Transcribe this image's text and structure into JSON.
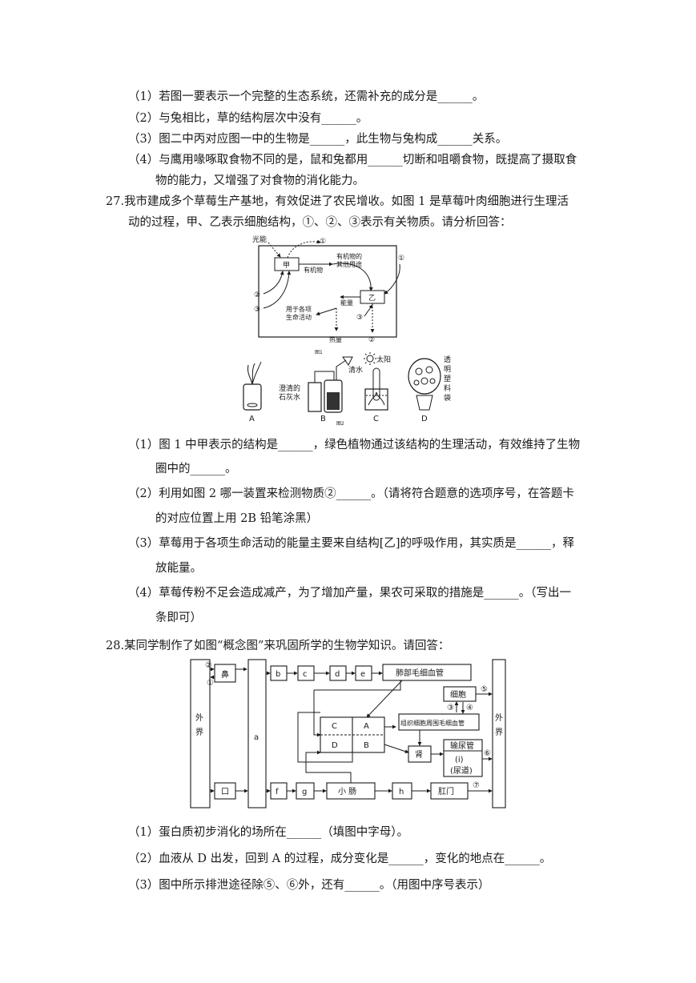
{
  "q26": {
    "p1": "（1）若图一要表示一个完整的生态系统，还需补充的成分是______。",
    "p2": "（2）与兔相比，草的结构层次中没有______。",
    "p3": "（3）图二中丙对应图一中的生物是______，此生物与兔构成______关系。",
    "p4a": "（4）与鹰用喙啄取食物不同的是，鼠和兔都用______切断和咀嚼食物，既提高了摄取食",
    "p4b": "物的能力，又增强了对食物的消化能力。"
  },
  "q27": {
    "stem1": "27.我市建成多个草莓生产基地，有效促进了农民增收。如图 1 是草莓叶肉细胞进行生理活",
    "stem2": "动的过程，甲、乙表示细胞结构，①、②、③表示有关物质。请分析回答：",
    "fig1": {
      "light": "光能",
      "jia": "甲",
      "yi": "乙",
      "organic": "有机物",
      "other_use1": "有机物的",
      "other_use2": "其他用途",
      "energy": "能量",
      "life1": "用于各项",
      "life2": "生命活动",
      "heat": "热量",
      "c1": "①",
      "c2": "②",
      "c3": "③",
      "caption": "图1"
    },
    "fig2": {
      "limewater1": "澄清的",
      "limewater2": "石灰水",
      "water": "清水",
      "sun": "太阳",
      "bag": [
        "透",
        "明",
        "塑",
        "料",
        "袋"
      ],
      "A": "A",
      "B": "B",
      "C": "C",
      "D": "D",
      "caption": "图2"
    },
    "p1a": "（1）图 1 中甲表示的结构是______，绿色植物通过该结构的生理活动，有效维持了生物",
    "p1b": "圈中的______。",
    "p2a": "（2）利用如图 2 哪一装置来检测物质②______。（请将符合题意的选项序号，在答题卡",
    "p2b": "的对应位置上用 2B 铅笔涂黑）",
    "p3a": "（3）草莓用于各项生命活动的能量主要来自结构[乙]的呼吸作用，其实质是______，释",
    "p3b": "放能量。",
    "p4a": "（4）草莓传粉不足会造成减产，为了增加产量，果农可采取的措施是______。（写出一",
    "p4b": "条即可）"
  },
  "q28": {
    "stem": "28.某同学制作了如图“概念图”来巩固所学的生物学知识。请回答：",
    "fig": {
      "outside_l1": "外",
      "outside_l2": "界",
      "outside_r1": "外",
      "outside_r2": "界",
      "nose": "鼻",
      "mouth": "口",
      "a": "a",
      "b": "b",
      "c": "c",
      "d": "d",
      "e": "e",
      "f": "f",
      "g": "g",
      "h": "h",
      "lung_cap": "肺部毛细血管",
      "cell": "细胞",
      "tissue_cap": "组织细胞周围毛细血管",
      "A": "A",
      "B": "B",
      "C": "C",
      "D": "D",
      "kidney": "肾",
      "ureter": "输尿管",
      "i": "(i)",
      "urethra": "(尿道)",
      "small_int": "小  肠",
      "anus": "肛门",
      "n1": "①",
      "n2": "②",
      "n3": "③",
      "n4": "④",
      "n5": "⑤",
      "n6": "⑥",
      "n7": "⑦"
    },
    "p1": "（1）蛋白质初步消化的场所在______（填图中字母）。",
    "p2": "（2）血液从 D 出发，回到 A 的过程，成分变化是______，变化的地点在______。",
    "p3": "（3）图中所示排泄途径除⑤、⑥外，还有______。（用图中序号表示）"
  }
}
